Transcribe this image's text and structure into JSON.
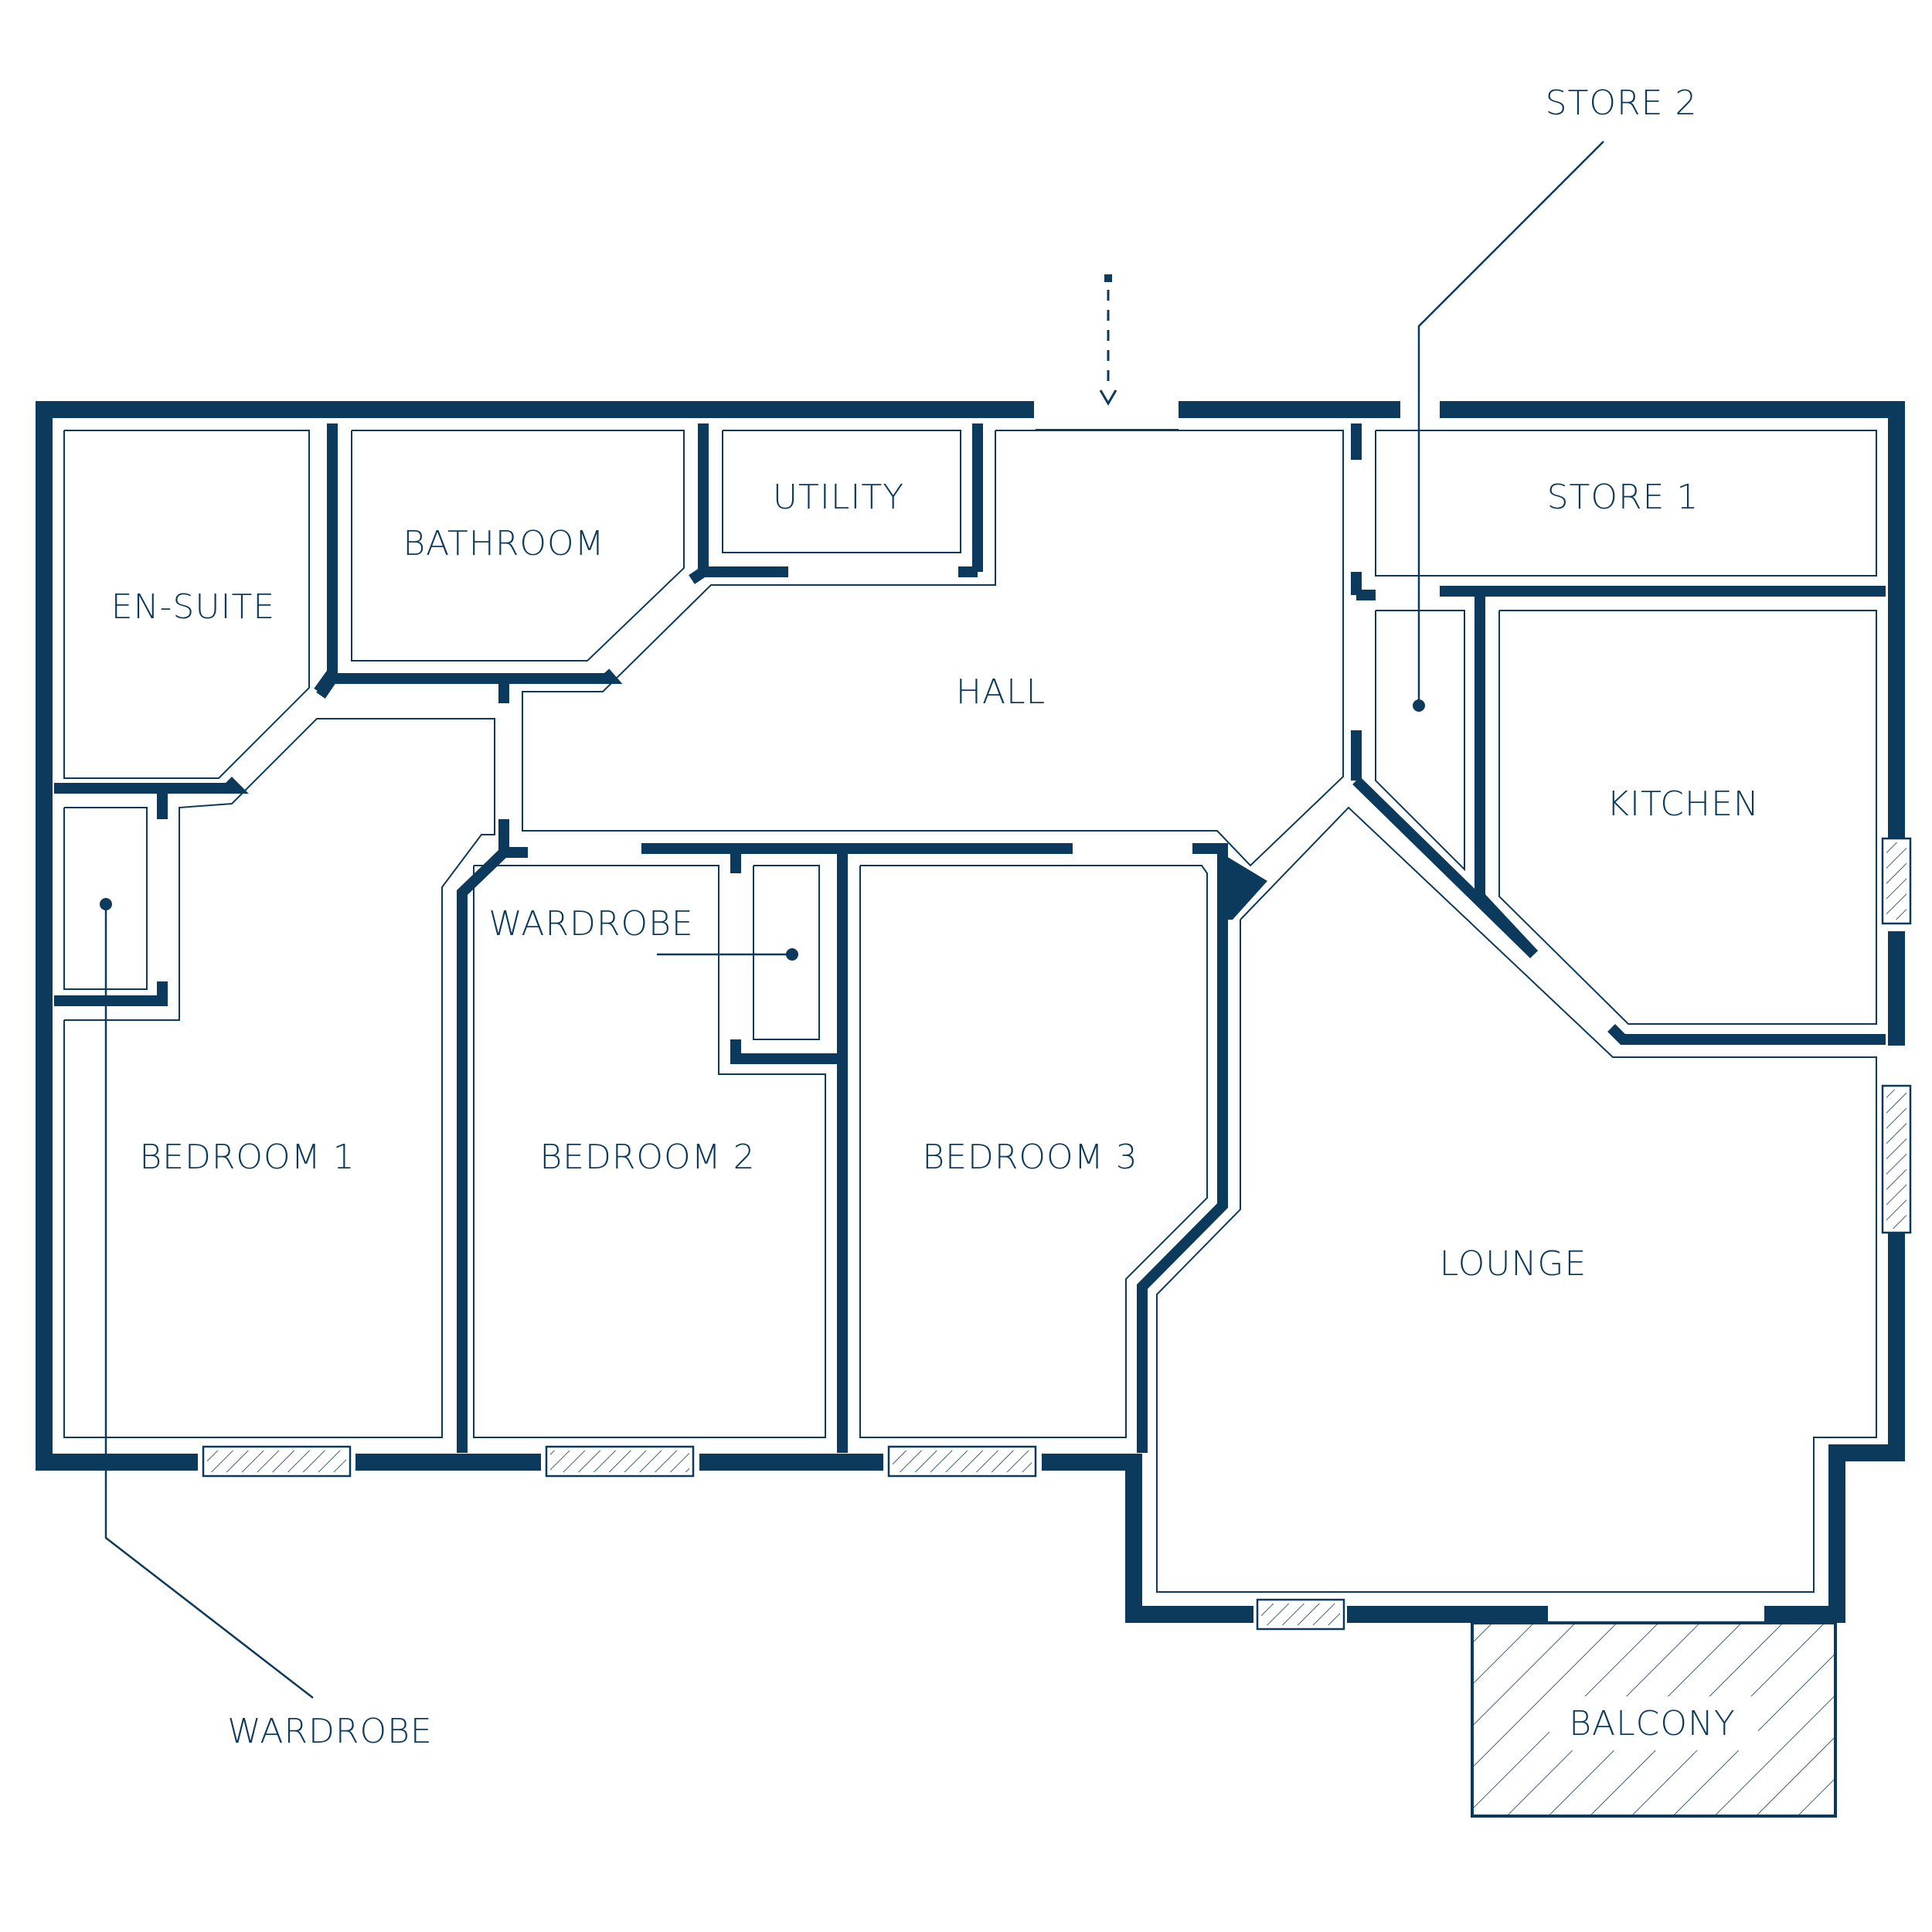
{
  "colors": {
    "wall": "#0c3a5c",
    "background": "#ffffff"
  },
  "rooms": {
    "store2": "STORE 2",
    "utility": "UTILITY",
    "store1": "STORE 1",
    "bathroom": "BATHROOM",
    "ensuite": "EN-SUITE",
    "hall": "HALL",
    "kitchen": "KITCHEN",
    "wardrobe_bedroom2": "WARDROBE",
    "bedroom1": "BEDROOM 1",
    "bedroom2": "BEDROOM 2",
    "bedroom3": "BEDROOM 3",
    "lounge": "LOUNGE",
    "balcony": "BALCONY",
    "wardrobe_bedroom1": "WARDROBE"
  },
  "icons": {
    "entrance": "entrance-arrow-icon"
  }
}
